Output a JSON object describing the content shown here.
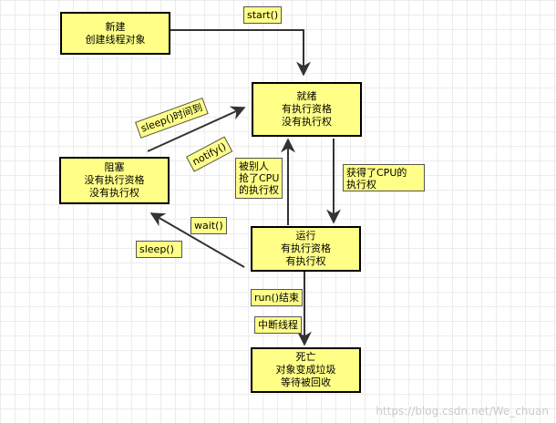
{
  "states": {
    "new": {
      "title": "新建",
      "lines": [
        "创建线程对象"
      ]
    },
    "ready": {
      "title": "就绪",
      "lines": [
        "有执行资格",
        "没有执行权"
      ]
    },
    "blocked": {
      "title": "阻塞",
      "lines": [
        "没有执行资格",
        "没有执行权"
      ]
    },
    "running": {
      "title": "运行",
      "lines": [
        "有执行资格",
        "有执行权"
      ]
    },
    "dead": {
      "title": "死亡",
      "lines": [
        "对象变成垃圾",
        "等待被回收"
      ]
    }
  },
  "notes": {
    "start": "start()",
    "sleep_timeout": "sleep()时间到",
    "notify": "notify()",
    "preempted": [
      "被别人",
      "抢了CPU",
      "的执行权"
    ],
    "got_cpu": [
      "获得了CPU的",
      "执行权"
    ],
    "wait": "wait()",
    "sleep": "sleep()",
    "run_end": "run()结束",
    "interrupt": "中断线程"
  },
  "watermark": "https://blog.csdn.net/We_chuan",
  "colors": {
    "box_fill": "#ffff88",
    "arrow": "#333333"
  }
}
